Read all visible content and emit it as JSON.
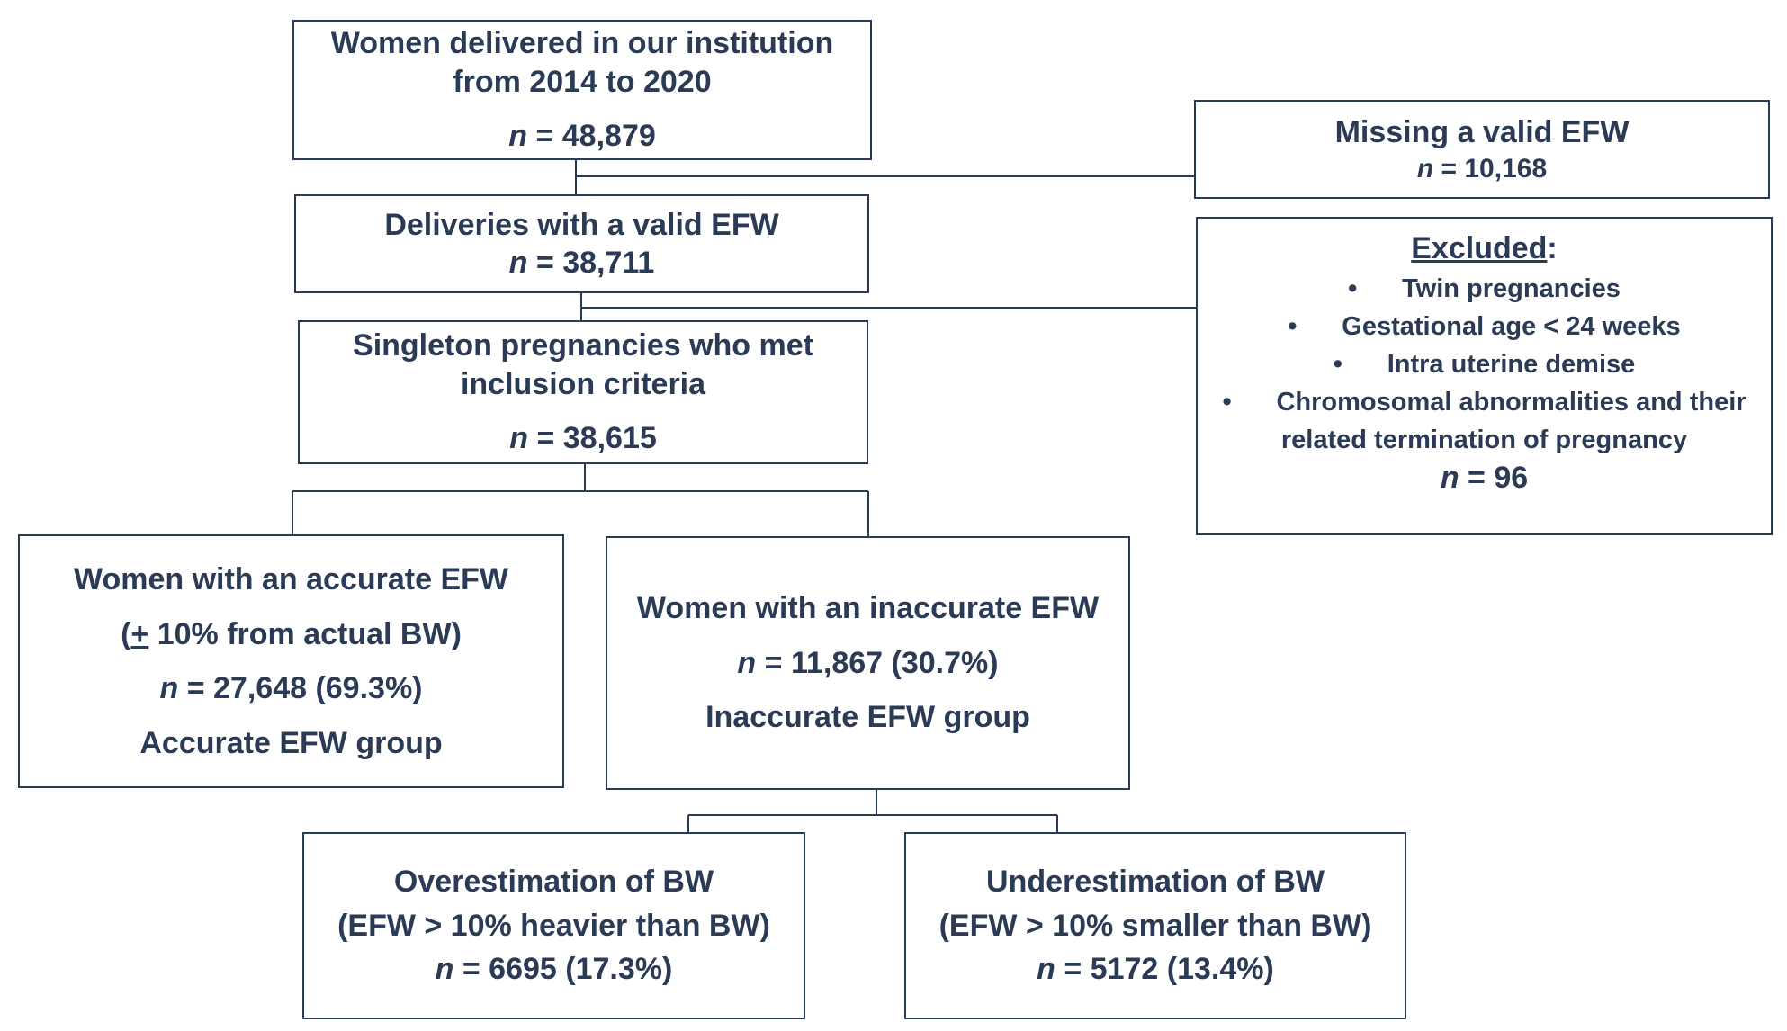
{
  "nodes": {
    "total": {
      "lines": [
        "Women delivered in our institution",
        "from 2014 to 2020"
      ],
      "n_prefix": "n",
      "n_value": " = 48,879"
    },
    "missing": {
      "lines": [
        "Missing a valid EFW"
      ],
      "n_prefix": "n",
      "n_value": " = 10,168"
    },
    "valid": {
      "lines": [
        "Deliveries with a valid EFW"
      ],
      "n_prefix": "n",
      "n_value": " = 38,711"
    },
    "excluded": {
      "title": "Excluded",
      "colon": ":",
      "items": [
        "Twin pregnancies",
        "Gestational age < 24 weeks",
        "Intra uterine demise",
        "Chromosomal abnormalities and their",
        "related termination of pregnancy"
      ],
      "n_prefix": "n",
      "n_value": " = 96"
    },
    "singleton": {
      "lines": [
        "Singleton pregnancies who met",
        "inclusion criteria"
      ],
      "n_prefix": "n",
      "n_value": " = 38,615"
    },
    "accurate": {
      "line1": "Women with an accurate EFW",
      "line2_open": "(",
      "line2_pm": "+",
      "line2_rest": " 10% from actual BW)",
      "n_prefix": "n",
      "n_value": " = 27,648 (69.3%)",
      "group": "Accurate EFW group"
    },
    "inaccurate": {
      "line1": "Women with an inaccurate EFW",
      "n_prefix": "n",
      "n_value": " = 11,867 (30.7%)",
      "group": "Inaccurate EFW group"
    },
    "over": {
      "lines": [
        "Overestimation of BW",
        "(EFW > 10% heavier than BW)"
      ],
      "n_prefix": "n",
      "n_value": " = 6695 (17.3%)"
    },
    "under": {
      "lines": [
        "Underestimation of BW",
        "(EFW > 10% smaller than BW)"
      ],
      "n_prefix": "n",
      "n_value": " = 5172 (13.4%)"
    }
  },
  "colors": {
    "stroke": "#2b3a55",
    "text": "#2b3a55",
    "background": "#ffffff"
  }
}
